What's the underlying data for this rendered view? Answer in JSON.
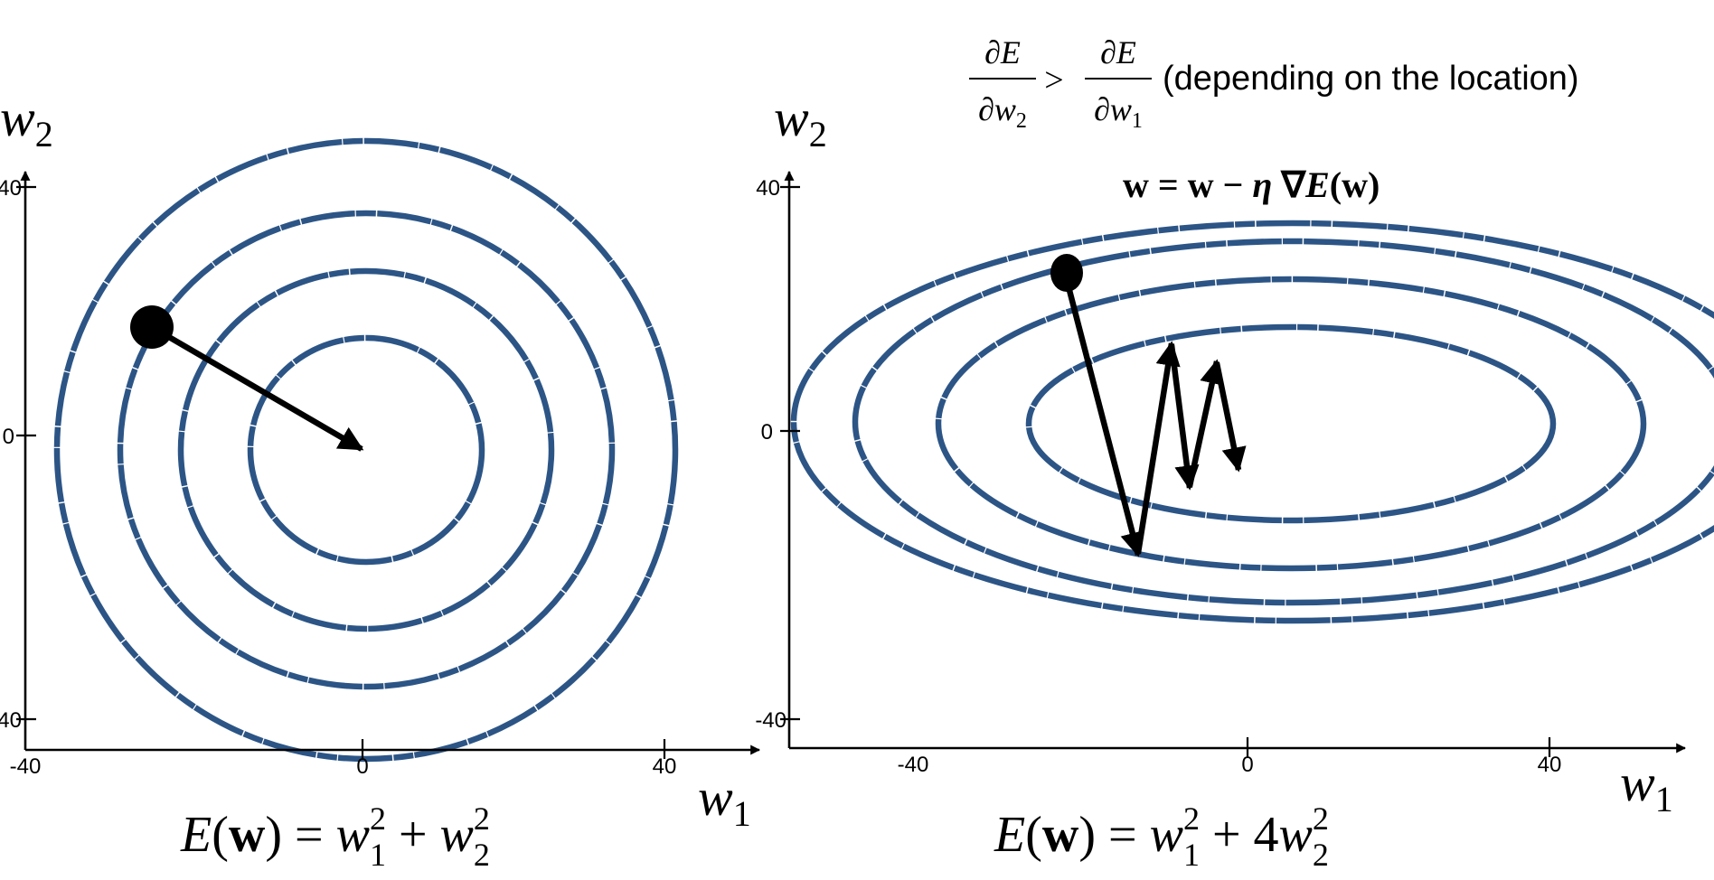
{
  "colors": {
    "contour": "#2c5586",
    "ink": "#000000"
  },
  "panels": [
    {
      "id": "left",
      "formula": {
        "lhs": "E",
        "arg": "w",
        "eq": " = ",
        "t1": "w",
        "t1_sub": "1",
        "t1_sup": "2",
        "plus": " + ",
        "coef": "",
        "t2": "w",
        "t2_sub": "2",
        "t2_sup": "2"
      },
      "axes": {
        "x_var": "w",
        "x_sub": "1",
        "y_var": "w",
        "y_sub": "2",
        "x_ticks": [
          "-40",
          "0",
          "40"
        ],
        "y_ticks": [
          "40",
          "0",
          "-40"
        ]
      }
    },
    {
      "id": "right",
      "formula": {
        "lhs": "E",
        "arg": "w",
        "eq": " = ",
        "t1": "w",
        "t1_sub": "1",
        "t1_sup": "2",
        "plus": " + ",
        "coef": "4",
        "t2": "w",
        "t2_sub": "2",
        "t2_sup": "2"
      },
      "axes": {
        "x_var": "w",
        "x_sub": "1",
        "y_var": "w",
        "y_sub": "2",
        "x_ticks": [
          "-40",
          "0",
          "40"
        ],
        "y_ticks": [
          "40",
          "0",
          "-40"
        ]
      },
      "update_rule": {
        "w1": "w",
        "eq": " = ",
        "w2": "w",
        "minus": " − ",
        "eta": "η",
        "nabla": " ∇",
        "E": "E",
        "lp": "(",
        "w3": "w",
        "rp": ")"
      },
      "comparison": {
        "num1": "∂E",
        "den1_var": "∂w",
        "den1_sub": "2",
        "op": ">",
        "num2": "∂E",
        "den2_var": "∂w",
        "den2_sub": "1",
        "note": "(depending on the location)"
      }
    }
  ]
}
